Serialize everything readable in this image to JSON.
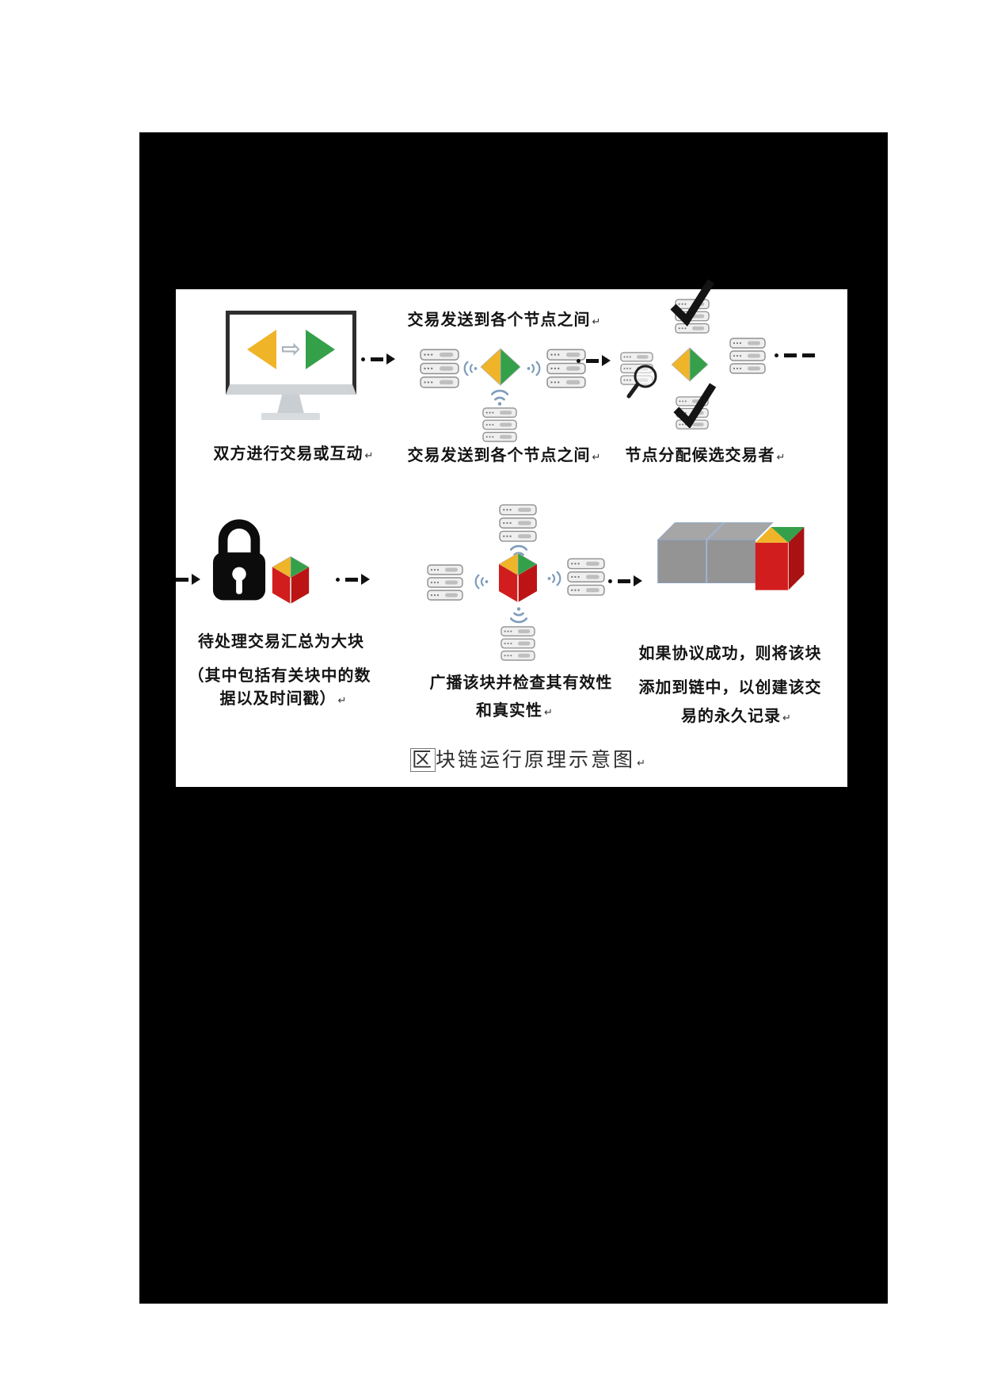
{
  "colors": {
    "panel_bg": "#000000",
    "canvas_bg": "#ffffff",
    "yellow": "#F0B429",
    "green": "#35A04A",
    "red": "#D11D1D",
    "wifi_blue": "#7D9CBB",
    "text": "#141414"
  },
  "steps": {
    "step1": {
      "label": "双方进行交易或互动"
    },
    "step2": {
      "top_label": "交易发送到各个节点之间",
      "label": "交易发送到各个节点之间"
    },
    "step3": {
      "label": "节点分配候选交易者"
    },
    "step4": {
      "lines": [
        "待处理交易汇总为大块",
        "（其中包括有关块中的数",
        "据以及时间戳）"
      ]
    },
    "step5": {
      "lines": [
        "广播该块并检查其有效性",
        "和真实性"
      ]
    },
    "step6": {
      "lines": [
        "如果协议成功，则将该块",
        "添加到链中，以创建该交",
        "易的永久记录"
      ]
    }
  },
  "caption": {
    "first": "区",
    "rest": "块链运行原理示意图"
  },
  "return_mark": "↵"
}
